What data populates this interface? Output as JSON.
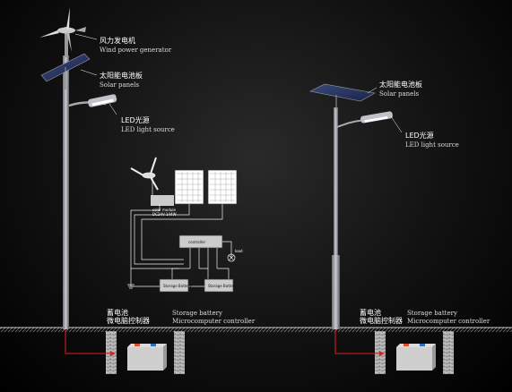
{
  "left_pole": {
    "labels": [
      {
        "cn": "风力发电机",
        "en": "Wind power generator"
      },
      {
        "cn": "太阳能电池板",
        "en": "Solar panels"
      },
      {
        "cn": "LED光源",
        "en": "LED light source"
      }
    ],
    "bottom_cn": [
      "蓄电池",
      "微电脑控制器"
    ],
    "bottom_en": [
      "Storage battery",
      "Microcomputer controller"
    ]
  },
  "right_pole": {
    "labels": [
      {
        "cn": "太阳能电池板",
        "en": "Solar panels"
      },
      {
        "cn": "LED光源",
        "en": "LED light source"
      }
    ],
    "bottom_cn": [
      "蓄电池",
      "微电脑控制器"
    ],
    "bottom_en": [
      "Storage battery",
      "Microcomputer controller"
    ]
  },
  "schematic": {
    "module_label": "solar module",
    "module_spec": "DC24V 144W",
    "controller": "controller",
    "load": "load",
    "battery1": "Storage Battery",
    "battery2": "Storage Battery"
  },
  "colors": {
    "wire": "#e02020",
    "ground": "#cfcfcf"
  }
}
